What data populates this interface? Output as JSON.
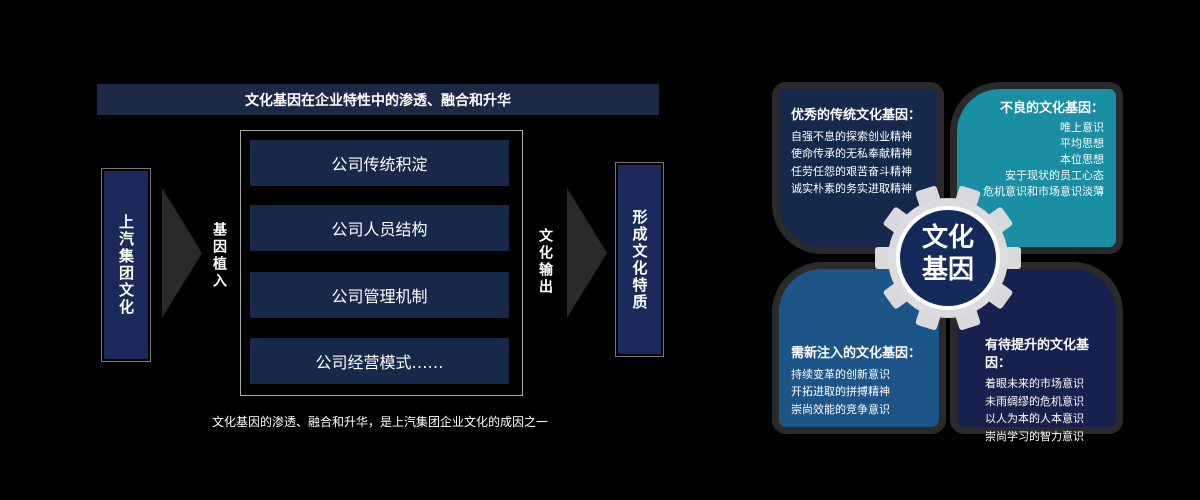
{
  "left": {
    "banner": "文化基因在企业特性中的渗透、融合和升华",
    "source": "上汽集团文化",
    "input_label": "基因植入",
    "items": [
      "公司传统积淀",
      "公司人员结构",
      "公司管理机制",
      "公司经营模式……"
    ],
    "output_label": "文化输出",
    "result": "形成文化特质",
    "caption": "文化基因的渗透、融合和升华，是上汽集团企业文化的成因之一"
  },
  "right": {
    "center": [
      "文化",
      "基因"
    ],
    "panels": [
      {
        "title": "优秀的传统文化基因：",
        "lines": [
          "自强不息的探索创业精神",
          "使命传承的无私奉献精神",
          "任劳任怨的艰苦奋斗精神",
          "诚实朴素的务实进取精神"
        ],
        "color": "#16294d"
      },
      {
        "title": "不良的文化基因：",
        "lines": [
          "唯上意识",
          "平均思想",
          "本位思想",
          "安于现状的员工心态",
          "危机意识和市场意识淡薄"
        ],
        "color": "#1a8ea3"
      },
      {
        "title": "需新注入的文化基因：",
        "lines": [
          "持续变革的创新意识",
          "开拓进取的拼搏精神",
          "崇尚效能的竞争意识"
        ],
        "color": "#1e5588"
      },
      {
        "title": "有待提升的文化基因：",
        "lines": [
          "着眼未来的市场意识",
          "未雨绸缪的危机意识",
          "以人为本的人本意识",
          "崇尚学习的智力意识"
        ],
        "color": "#17214d"
      }
    ]
  }
}
